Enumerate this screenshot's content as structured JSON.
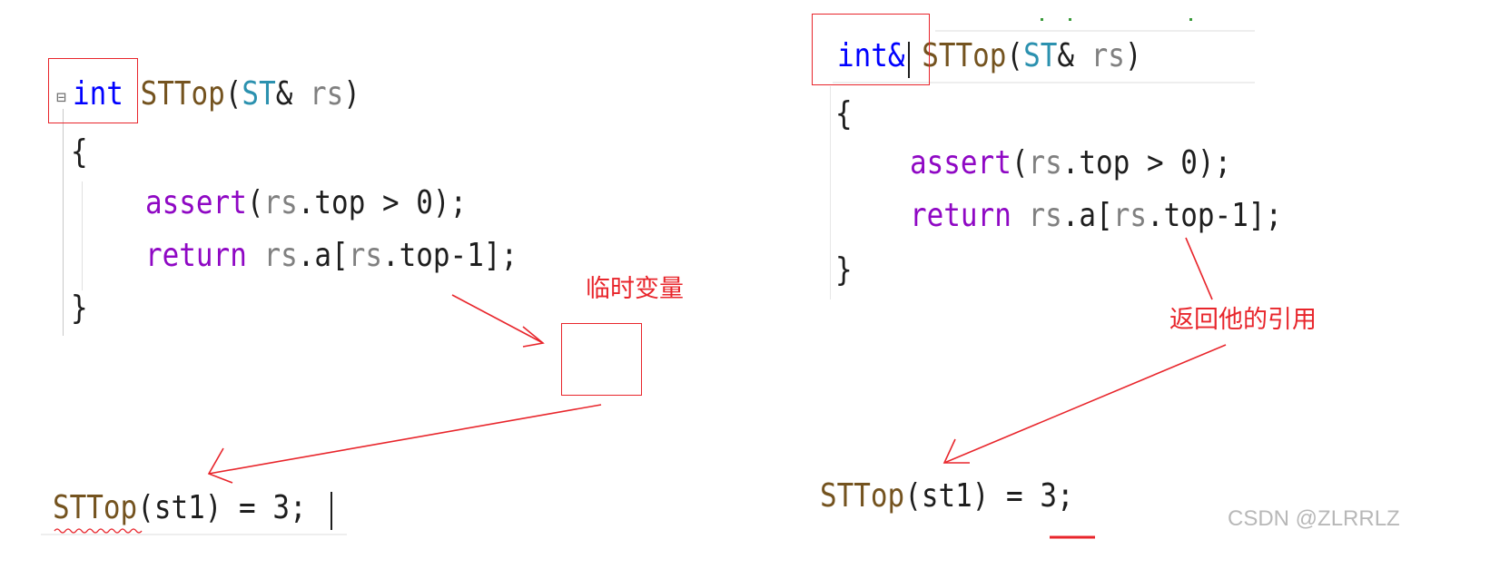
{
  "left_panel": {
    "fold_marker": "⊟",
    "signature": {
      "ret": "int",
      "func": "STTop",
      "open": "(",
      "type": "ST",
      "amp_space": "& ",
      "param": "rs",
      "close": ")"
    },
    "brace_open": "{",
    "assert_line": {
      "kw": "assert",
      "open": "(",
      "obj": "rs",
      "member": ".top",
      "rest": " > 0);"
    },
    "return_line": {
      "kw": "return",
      "obj": "rs",
      "member": ".a[",
      "obj2": "rs",
      "rest": ".top-1];"
    },
    "brace_close": "}",
    "annotation": "临时变量",
    "call": {
      "func": "STTop",
      "open": "(",
      "arg": "st1",
      "rest": ") = 3;"
    }
  },
  "right_panel": {
    "signature": {
      "ret": "int&",
      "func": "STTop",
      "open": "(",
      "type": "ST",
      "amp_space": "& ",
      "param": "rs",
      "close": ")"
    },
    "brace_open": "{",
    "assert_line": {
      "kw": "assert",
      "open": "(",
      "obj": "rs",
      "member": ".top",
      "rest": " > 0);"
    },
    "return_line": {
      "kw": "return",
      "obj": "rs",
      "member": ".a[",
      "obj2": "rs",
      "rest": ".top-1];"
    },
    "brace_close": "}",
    "annotation": "返回他的引用",
    "call": {
      "func": "STTop",
      "open": "(",
      "arg": "st1",
      "rest": ") = 3;"
    }
  },
  "watermark": "CSDN @ZLRRLZ",
  "colors": {
    "keyword": "#0000ff",
    "function": "#74531f",
    "type": "#2b91af",
    "control": "#8f08c4",
    "param": "#808080",
    "annotation": "#e8252b"
  }
}
